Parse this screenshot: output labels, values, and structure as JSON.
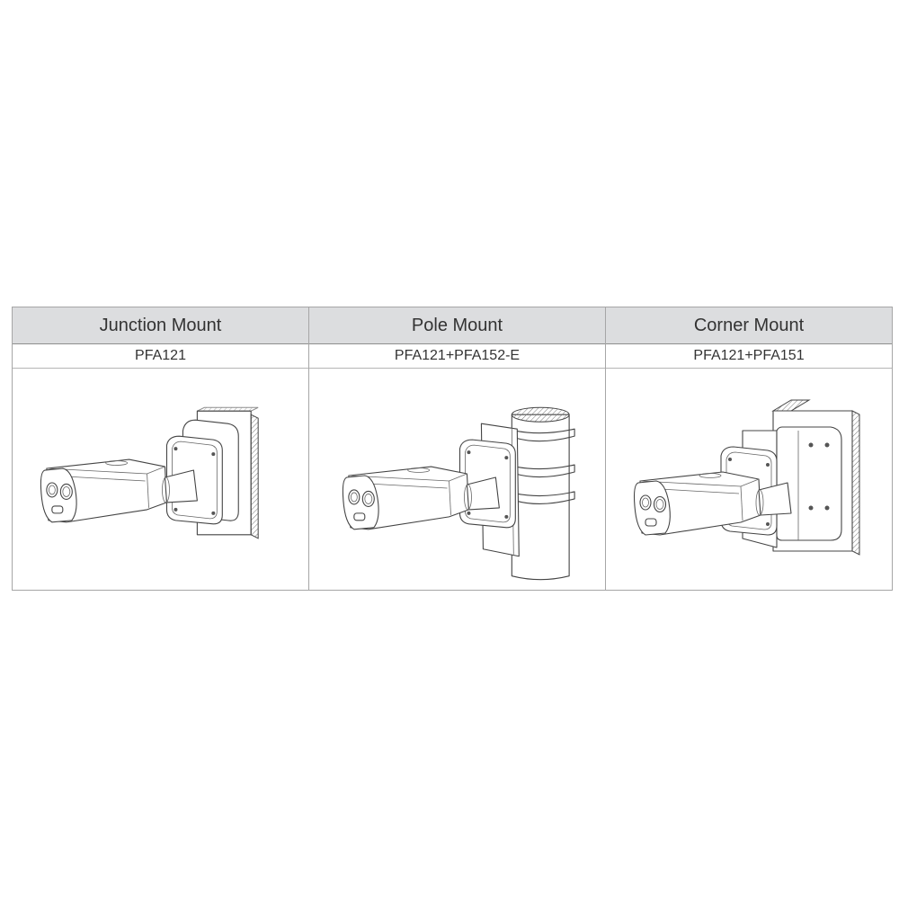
{
  "table": {
    "columns": [
      {
        "header": "Junction Mount",
        "model": "PFA121",
        "illustration": "bullet-camera-junction-wall-mount"
      },
      {
        "header": "Pole Mount",
        "model": "PFA121+PFA152-E",
        "illustration": "bullet-camera-pole-mount"
      },
      {
        "header": "Corner Mount",
        "model": "PFA121+PFA151",
        "illustration": "bullet-camera-corner-mount"
      }
    ]
  },
  "colors": {
    "header_bg": "#dcdddf",
    "border": "#a6a6a6",
    "text": "#333333"
  }
}
